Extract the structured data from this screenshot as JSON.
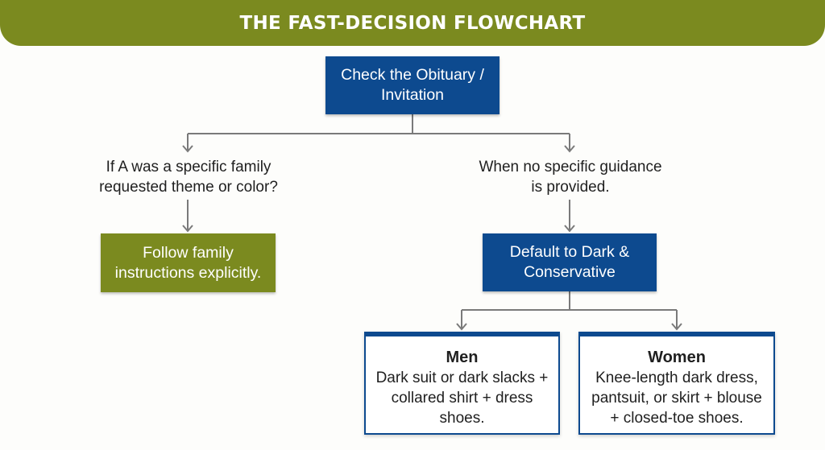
{
  "header": {
    "title": "THE FAST-DECISION FLOWCHART"
  },
  "colors": {
    "olive": "#7b8a1f",
    "navy": "#0d4a8f",
    "connector": "#7a7a7a"
  },
  "nodes": {
    "start": "Check the Obituary /\nInvitation",
    "branch_left_question": "If A was a specific family\nrequested theme or color?",
    "branch_right_question": "When no specific guidance\nis provided.",
    "follow_family": "Follow family\ninstructions explicitly.",
    "default_dark": "Default to Dark &\nConservative"
  },
  "cards": {
    "men": {
      "title": "Men",
      "body": "Dark suit or dark slacks +\ncollared shirt + dress\nshoes."
    },
    "women": {
      "title": "Women",
      "body": "Knee-length dark dress,\npantsuit, or skirt + blouse\n+ closed-toe shoes."
    }
  }
}
